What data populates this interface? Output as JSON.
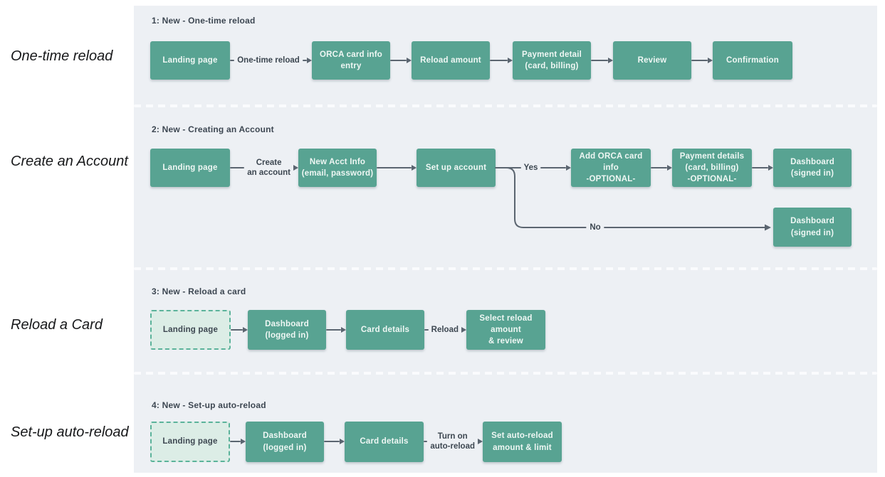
{
  "colors": {
    "canvas_bg": "#edf0f4",
    "node_fill": "#58a392",
    "node_text": "#eff7f4",
    "ghost_fill": "#dcede6",
    "ghost_border": "#5bb39a",
    "arrow": "#5b6570",
    "caption_text": "#3d4752",
    "separator": "#fafbfd"
  },
  "rows": [
    {
      "label": "One-time reload",
      "caption": "1: New - One-time reload",
      "nodes": [
        "Landing page",
        "ORCA card info entry",
        "Reload amount",
        "Payment detail\n(card, billing)",
        "Review",
        "Confirmation"
      ],
      "connectors": {
        "one_time": "One-time reload"
      }
    },
    {
      "label": "Create an Account",
      "caption": "2: New - Creating an Account",
      "nodes": [
        "Landing page",
        "New Acct Info\n(email, password)",
        "Set up account",
        "Add ORCA card info\n-OPTIONAL-",
        "Payment details\n(card, billing)\n-OPTIONAL-",
        "Dashboard\n(signed in)",
        "Dashboard\n(signed in)"
      ],
      "connectors": {
        "create": "Create\nan account",
        "yes": "Yes",
        "no": "No"
      }
    },
    {
      "label": "Reload a Card",
      "caption": "3: New - Reload a card",
      "nodes": [
        "Landing page",
        "Dashboard\n(logged in)",
        "Card details",
        "Select reload amount\n& review"
      ],
      "connectors": {
        "reload": "Reload"
      }
    },
    {
      "label": "Set-up auto-reload",
      "caption": "4: New - Set-up auto-reload",
      "nodes": [
        "Landing page",
        "Dashboard\n(logged in)",
        "Card details",
        "Set auto-reload\namount & limit"
      ],
      "connectors": {
        "turn_on": "Turn on\nauto-reload"
      }
    }
  ]
}
